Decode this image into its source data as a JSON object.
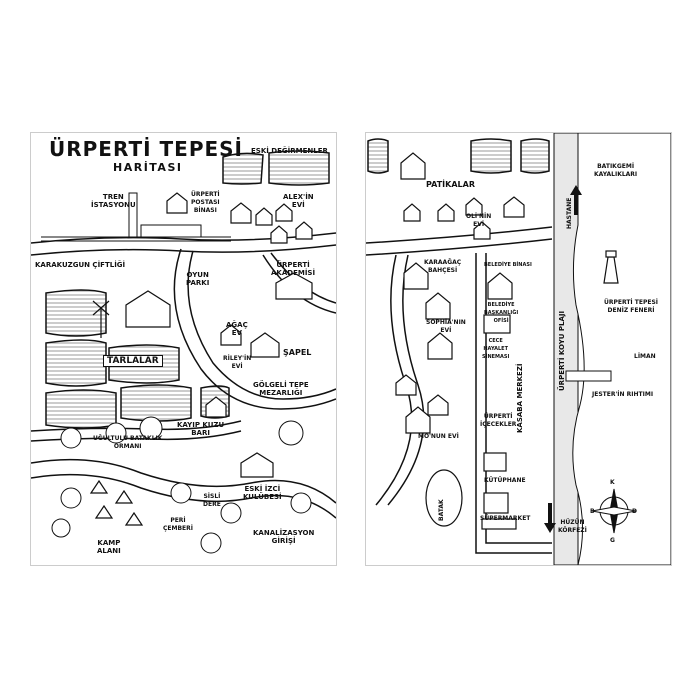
{
  "map": {
    "title": "ÜRPERTİ TEPESİ",
    "subtitle": "HARİTASI",
    "left_labels": {
      "eski_degirmenler": "ESKİ DEĞİRMENLER",
      "tren_istasyonu": "TREN\nİSTASYONU",
      "urperti_postasi": "ÜRPERTİ\nPOSTASI\nBİNASI",
      "alex_evi": "ALEX'İN\nEVİ",
      "karakuzgun": "KARAKUZGUN ÇİFTLİĞİ",
      "oyun_parki": "OYUN\nPARKI",
      "urperti_akademisi": "ÜRPERTİ\nAKADEMİSİ",
      "agac_ev": "AĞAÇ\nEV",
      "riley_evi": "RİLEY'İN\nEVİ",
      "sapel": "ŞAPEL",
      "tarlalar": "TARLALAR",
      "golgeli_tepe": "GÖLGELİ TEPE\nMEZARLIĞI",
      "kayip_kuzu": "KAYIP KUZU\nBARI",
      "ugultulu_orman": "UĞULTULU BATAKLIK\nORMANI",
      "eski_izci": "ESKİ İZCİ\nKULÜBESİ",
      "peri_cemberi": "PERİ\nÇEMBERİ",
      "sisli_dere": "SİSLİ\nDERE",
      "kamp_alani": "KAMP\nALANI",
      "kanalizasyon": "KANALİZASYON\nGİRİŞİ"
    },
    "right_labels": {
      "patikalar": "PATİKALAR",
      "oli_evi": "OLİ'NİN\nEVİ",
      "batikgemi": "BATIKGEMİ\nKAYALIKLARI",
      "hastane": "HASTANE",
      "karaagac": "KARAAĞAÇ\nBAHÇESİ",
      "belediye": "BELEDİYE BİNASI",
      "sophia_evi": "SOPHİA'NIN\nEVİ",
      "belediye_baskani": "BELEDİYE\nBAŞKANLIĞI\nOFİSİ",
      "urperti_deniz_feneri": "ÜRPERTİ TEPESİ\nDENİZ FENERİ",
      "urperti_koyu_plaji": "ÜRPERTİ KOYU PLAJI",
      "kasaba_merkezi": "KASABA MERKEZİ",
      "cece_sinemasi": "CECE\nHAYALET\nSİNEMASI",
      "liman": "LİMAN",
      "jester_rihtimi": "JESTER'İN RIHTIMI",
      "urperti_icecekler": "ÜRPERTİ\nİÇECEKLER",
      "mo_evi": "MO'NUN EVİ",
      "kutuphane": "KÜTÜPHANE",
      "batak": "BATAK",
      "supermarket": "SÜPERMARKET",
      "huzun_korfezi": "HÜZÜN\nKÖRFEZİ"
    },
    "compass": {
      "n": "K",
      "s": "G",
      "e": "D",
      "w": "B"
    },
    "colors": {
      "ink": "#111111",
      "stripe": "#9a9a9a",
      "road": "#ffffff",
      "sand": "#e8e8e8",
      "water": "#bcbcbc"
    }
  }
}
